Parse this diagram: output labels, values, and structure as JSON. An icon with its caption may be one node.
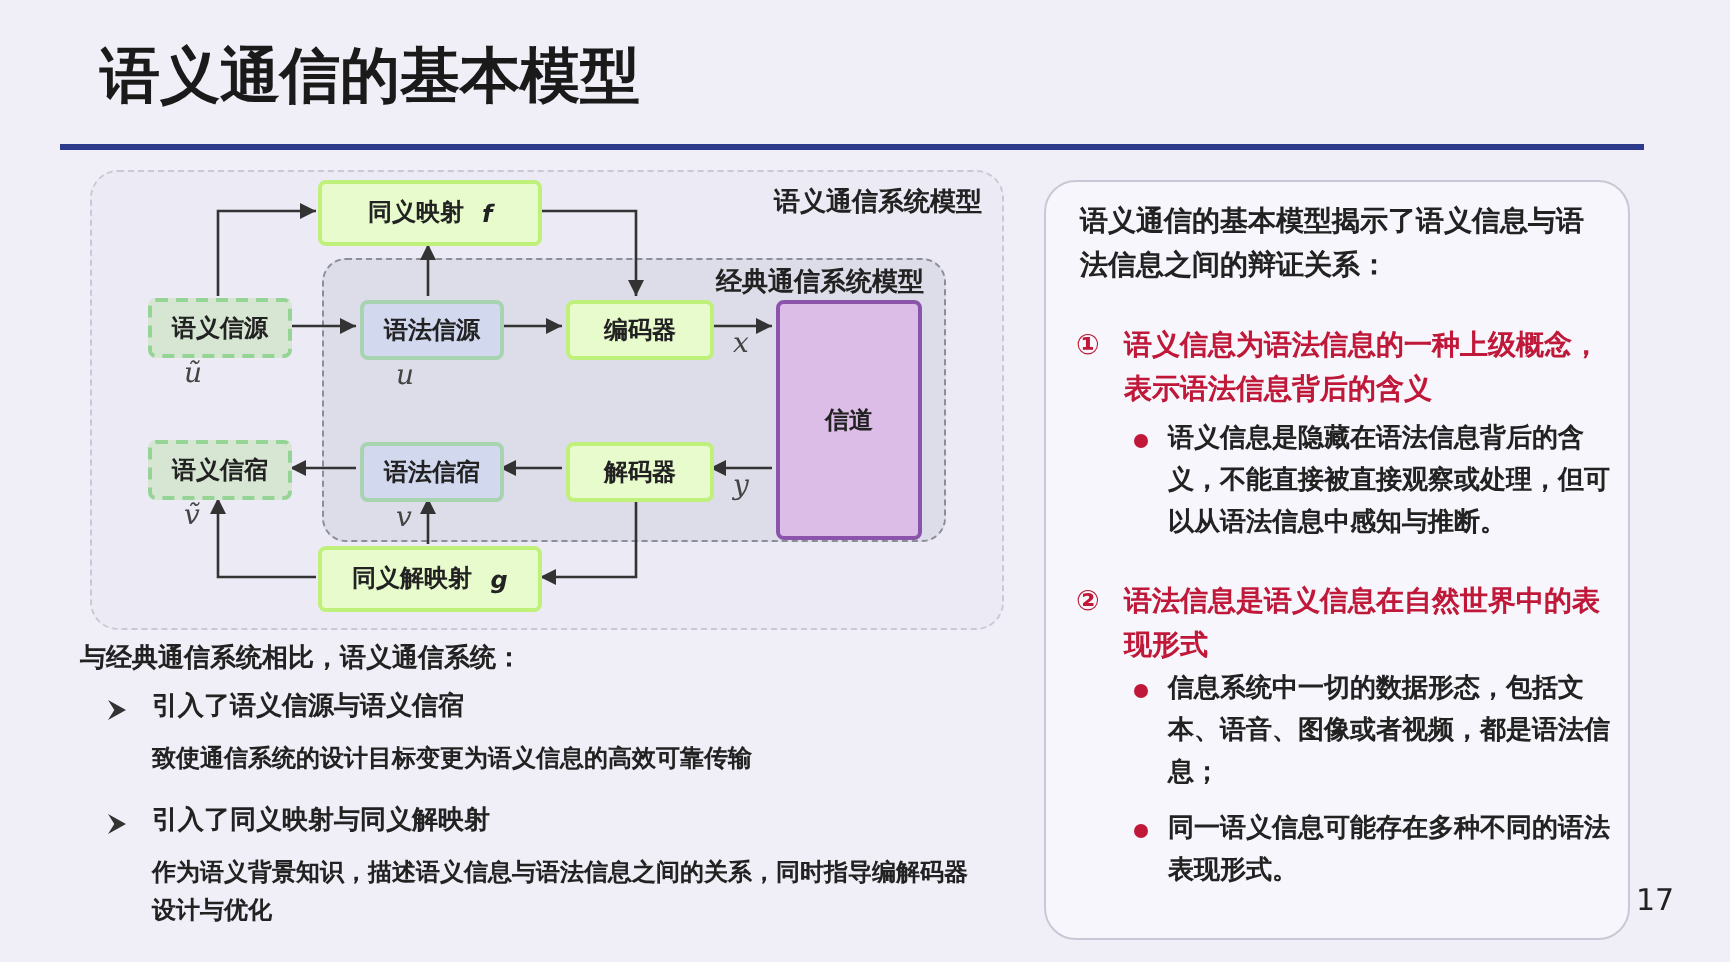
{
  "diagram": {
    "title": "语义通信的基本模型",
    "nodes": [
      {
        "text": [
          "语义通信系统模型"
        ]
      },
      {
        "text": [
          "同义映射 *f*"
        ],
        "in": 0
      },
      {
        "text": [
          "语义信源"
        ],
        "in": 0,
        "beside": [
          "ũ"
        ]
      },
      {
        "text": [
          "经典通信系统模型"
        ],
        "in": 0
      },
      {
        "text": [
          "语法信源"
        ],
        "in": 3,
        "beside": [
          "u"
        ]
      },
      {
        "text": [
          "编码器"
        ],
        "in": 3
      },
      {
        "text": [
          "信道"
        ],
        "in": 3
      },
      {
        "text": [
          "语义信宿"
        ],
        "in": 0,
        "beside": [
          "ṽ"
        ]
      },
      {
        "text": [
          "语法信宿"
        ],
        "in": 3,
        "beside": [
          "v"
        ]
      },
      {
        "text": [
          "解码器"
        ],
        "in": 3
      },
      {
        "text": [
          "同义解映射 *g*"
        ],
        "in": 0
      }
    ],
    "edges": [
      {
        "from": 2,
        "to": 1,
        "arrow": "to"
      },
      {
        "from": 4,
        "to": 1,
        "arrow": "to"
      },
      {
        "from": 1,
        "to": 5,
        "arrow": "to"
      },
      {
        "from": 2,
        "to": 4,
        "arrow": "to"
      },
      {
        "from": 4,
        "to": 5,
        "arrow": "to"
      },
      {
        "from": 5,
        "to": 6,
        "arrow": "to",
        "label": "x"
      },
      {
        "from": 6,
        "to": 9,
        "arrow": "to",
        "label": "y"
      },
      {
        "from": 9,
        "to": 8,
        "arrow": "to"
      },
      {
        "from": 8,
        "to": 7,
        "arrow": "to"
      },
      {
        "from": 9,
        "to": 10,
        "arrow": "to"
      },
      {
        "from": 10,
        "to": 8,
        "arrow": "to"
      },
      {
        "from": 10,
        "to": 7,
        "arrow": "to"
      }
    ],
    "labels": [
      "与经典通信系统相比，语义通信系统：",
      "引入了语义信源与语义信宿",
      "致使通信系统的设计目标变更为语义信息的高效可靠传输",
      "引入了同义映射与同义解映射",
      "作为语义背景知识，描述语义信息与语法信息之间的关系，同时指导编解码器设计与优化",
      "语义通信的基本模型揭示了语义信息与语法信息之间的辩证关系：",
      "①",
      "语义信息为语法信息的一种上级概念，表示语法信息背后的含义",
      "语义信息是隐藏在语法信息背后的含义，不能直接被直接观察或处理，但可以从语法信息中感知与推断。",
      "②",
      "语法信息是语义信息在自然世界中的表现形式",
      "信息系统中一切的数据形态，包括文本、语音、图像或者视频，都是语法信息；",
      "同一语义信息可能存在多种不同的语法表现形式。",
      "17"
    ]
  }
}
